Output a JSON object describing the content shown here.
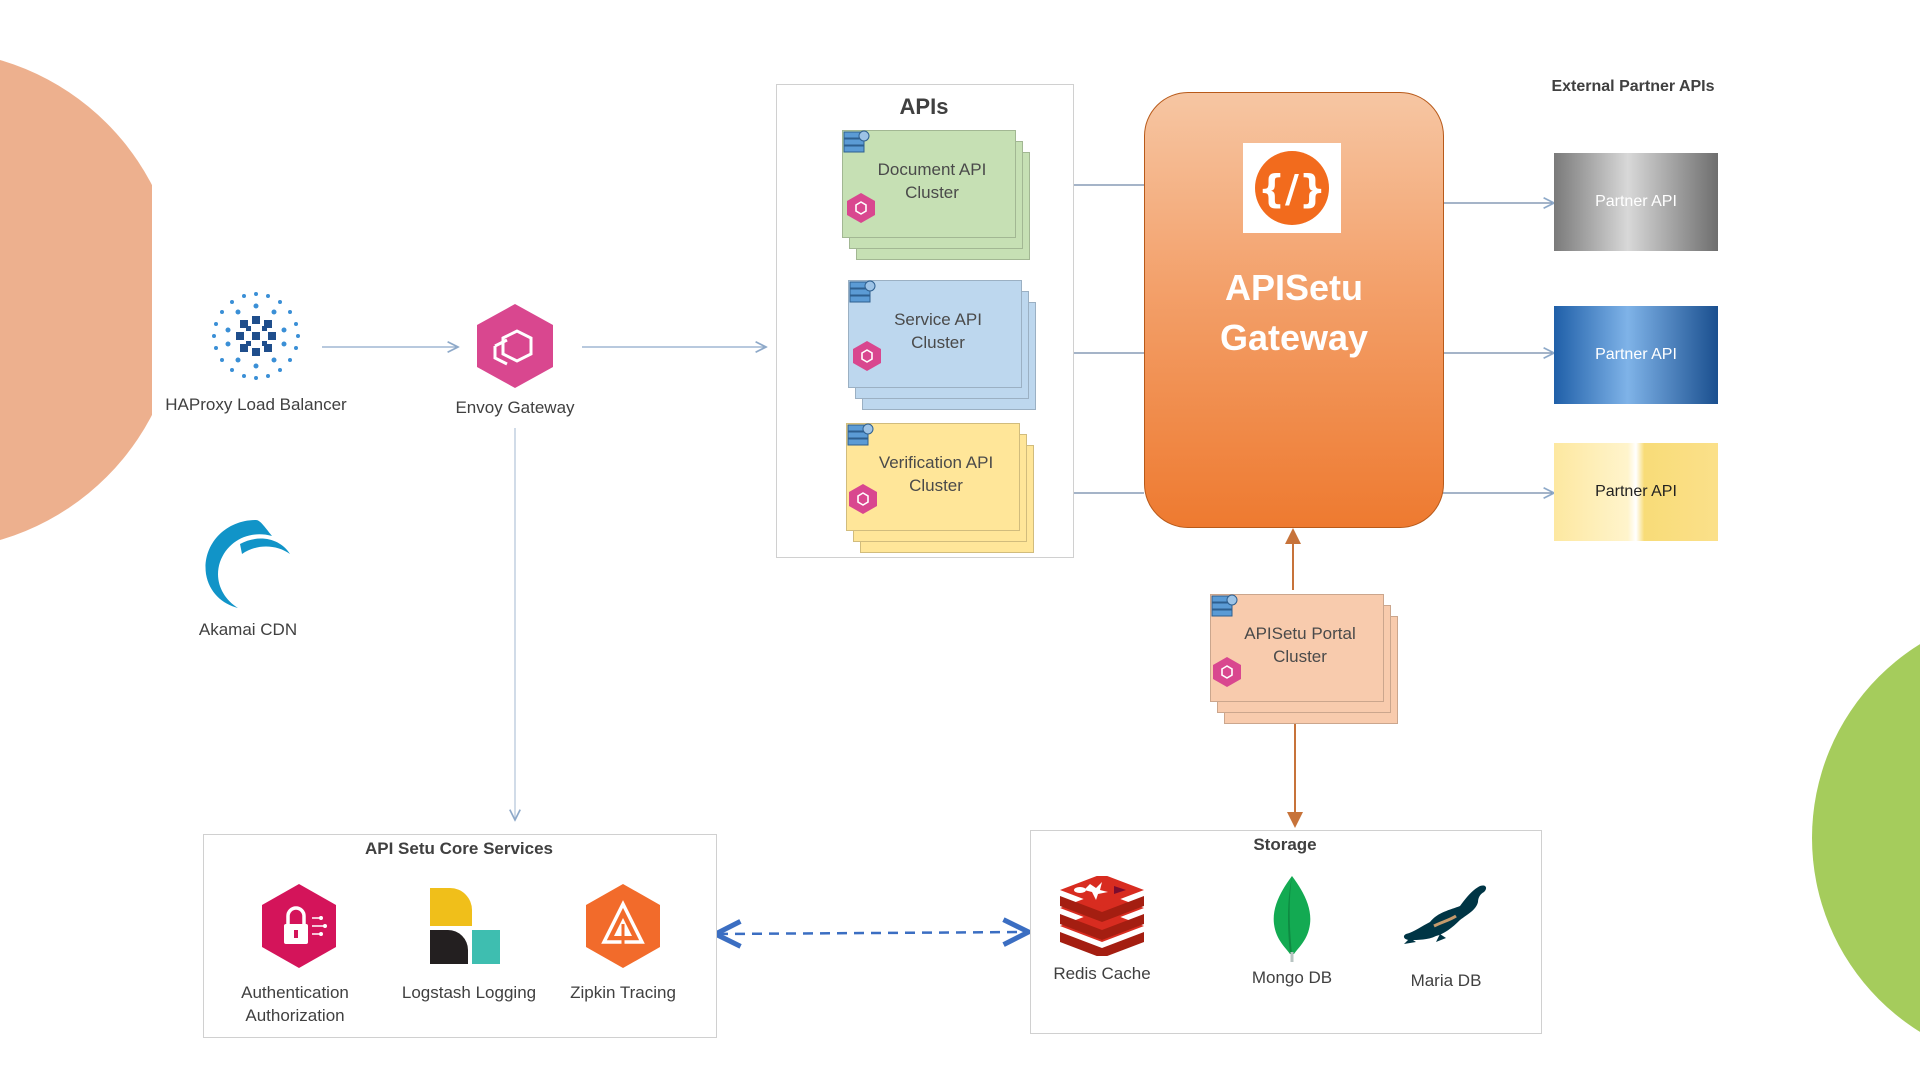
{
  "apis_section": {
    "title": "APIs"
  },
  "external_section": {
    "title": "External Partner APIs"
  },
  "clusters": {
    "document": {
      "line1": "Document API",
      "line2": "Cluster",
      "color": "#c6e0b4"
    },
    "service": {
      "line1": "Service API",
      "line2": "Cluster",
      "color": "#bdd7ee"
    },
    "verification": {
      "line1": "Verification API",
      "line2": "Cluster",
      "color": "#ffe699"
    },
    "portal": {
      "line1": "APISetu Portal",
      "line2": "Cluster",
      "color": "#f8cbad"
    }
  },
  "gateway": {
    "line1": "APISetu",
    "line2": "Gateway",
    "icon": "code-braces-icon"
  },
  "partners": [
    {
      "label": "Partner API",
      "style": "gray"
    },
    {
      "label": "Partner API",
      "style": "blue"
    },
    {
      "label": "Partner API",
      "style": "yellow"
    }
  ],
  "nodes": {
    "haproxy": "HAProxy Load Balancer",
    "envoy": "Envoy Gateway",
    "akamai": "Akamai CDN"
  },
  "core_services": {
    "title": "API Setu Core Services",
    "auth_line1": "Authentication",
    "auth_line2": "Authorization",
    "logstash": "Logstash Logging",
    "zipkin": "Zipkin Tracing"
  },
  "storage": {
    "title": "Storage",
    "redis": "Redis Cache",
    "mongo": "Mongo DB",
    "maria": "Maria DB"
  },
  "colors": {
    "salmon_circle": "#edb08e",
    "green_circle": "#a5cc5c",
    "envoy": "#d9478f",
    "gateway": "#ef7d31",
    "zipkin": "#f26b2b",
    "auth": "#d4145a"
  }
}
